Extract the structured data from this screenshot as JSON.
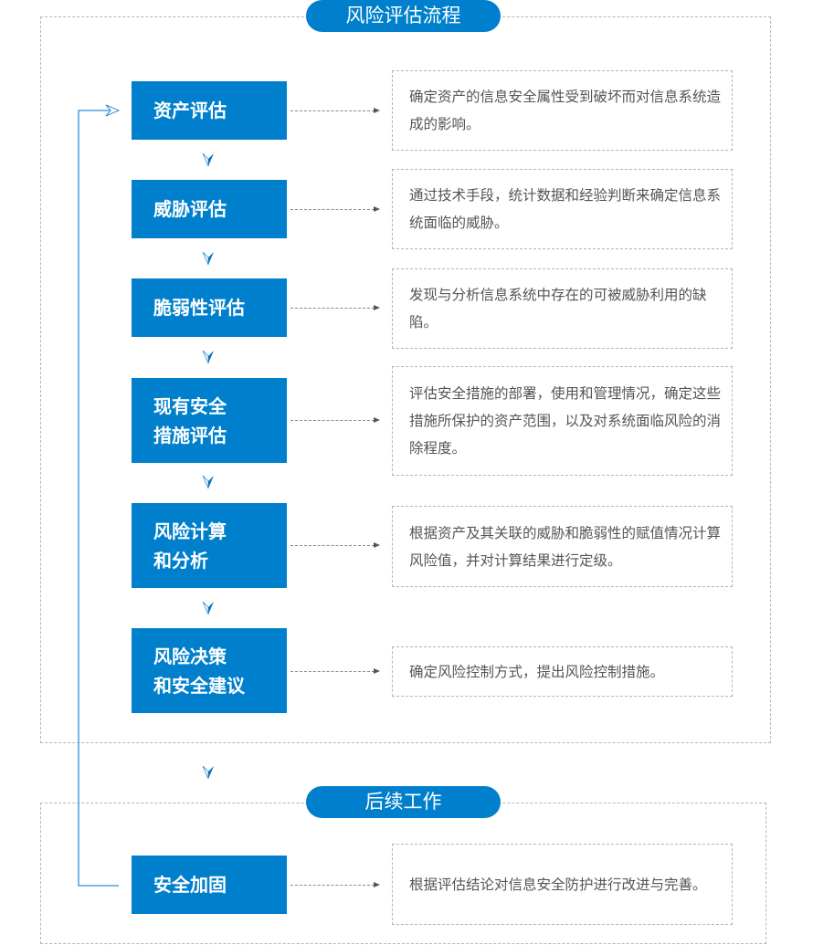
{
  "sections": [
    {
      "title": "风险评估流程"
    },
    {
      "title": "后续工作"
    }
  ],
  "steps": [
    {
      "label": "资产评估",
      "desc": "确定资产的信息安全属性受到破坏而对信息系统造成的影响。"
    },
    {
      "label": "威胁评估",
      "desc": "通过技术手段，统计数据和经验判断来确定信息系统面临的威胁。"
    },
    {
      "label": "脆弱性评估",
      "desc": "发现与分析信息系统中存在的可被威胁利用的缺陷。"
    },
    {
      "label": "现有安全\n措施评估",
      "desc": "评估安全措施的部署，使用和管理情况，确定这些措施所保护的资产范围，以及对系统面临风险的消除程度。"
    },
    {
      "label": "风险计算\n和分析",
      "desc": "根据资产及其关联的威胁和脆弱性的赋值情况计算风险值，并对计算结果进行定级。"
    },
    {
      "label": "风险决策\n和安全建议",
      "desc": "确定风险控制方式，提出风险控制措施。"
    },
    {
      "label": "安全加固",
      "desc": "根据评估结论对信息安全防护进行改进与完善。"
    }
  ],
  "colors": {
    "accent": "#0080cc",
    "text": "#555555",
    "border": "#b5b5b5"
  }
}
